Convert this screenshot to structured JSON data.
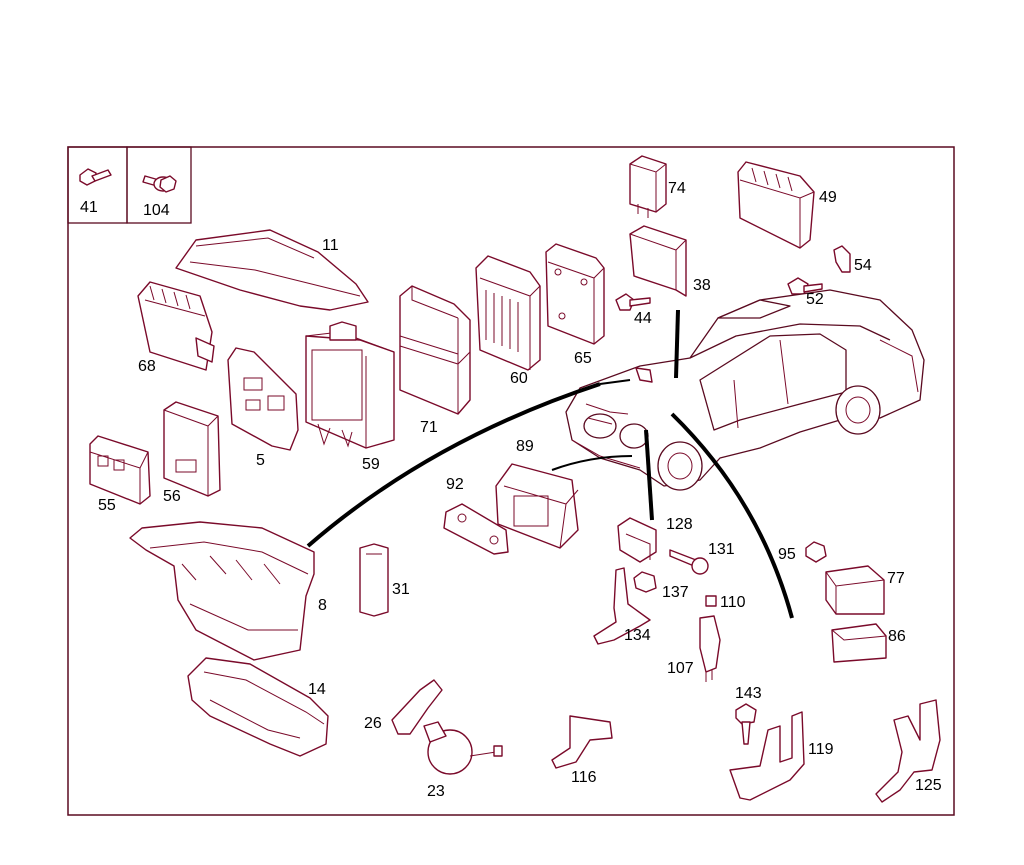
{
  "diagram": {
    "accent_color": "#7a0a2a",
    "legend_parts": [
      {
        "number": "41",
        "icon": "bolt-icon"
      },
      {
        "number": "104",
        "icon": "flange-bolt-icon"
      }
    ],
    "parts": [
      {
        "number": "11"
      },
      {
        "number": "68"
      },
      {
        "number": "5"
      },
      {
        "number": "59"
      },
      {
        "number": "71"
      },
      {
        "number": "60"
      },
      {
        "number": "65"
      },
      {
        "number": "74"
      },
      {
        "number": "38"
      },
      {
        "number": "44"
      },
      {
        "number": "49"
      },
      {
        "number": "54"
      },
      {
        "number": "52"
      },
      {
        "number": "55"
      },
      {
        "number": "56"
      },
      {
        "number": "89"
      },
      {
        "number": "92"
      },
      {
        "number": "128"
      },
      {
        "number": "131"
      },
      {
        "number": "137"
      },
      {
        "number": "95"
      },
      {
        "number": "77"
      },
      {
        "number": "86"
      },
      {
        "number": "8"
      },
      {
        "number": "31"
      },
      {
        "number": "110"
      },
      {
        "number": "134"
      },
      {
        "number": "107"
      },
      {
        "number": "14"
      },
      {
        "number": "26"
      },
      {
        "number": "23"
      },
      {
        "number": "116"
      },
      {
        "number": "143"
      },
      {
        "number": "119"
      },
      {
        "number": "125"
      }
    ]
  }
}
